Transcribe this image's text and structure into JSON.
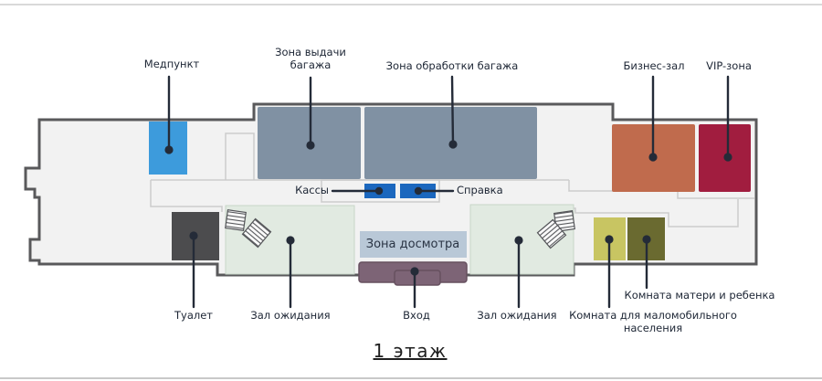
{
  "frame": {
    "title": "1 этаж"
  },
  "colors": {
    "outline": "#59595b",
    "floor": "#f2f2f2",
    "wall": "#cccccc",
    "leader": "#242b38",
    "label_text": "#1c2534",
    "green_border": "#c8d5c8",
    "entrance_border": "#66505f",
    "hatch_stroke": "#55565a"
  },
  "rooms": {
    "medpunkt": {
      "label": "Медпункт",
      "color": "#3d9bdc"
    },
    "baggage_claim": {
      "label": "Зона выдачи багажа",
      "color": "#8091a3"
    },
    "baggage_processing": {
      "label": "Зона обработки багажа",
      "color": "#8091a3"
    },
    "business_lounge": {
      "label": "Бизнес-зал",
      "color": "#c06b4d"
    },
    "vip_zone": {
      "label": "VIP-зона",
      "color": "#a11d3f"
    },
    "ticket_office": {
      "label": "Кассы",
      "color": "#1b67be"
    },
    "information": {
      "label": "Справка",
      "color": "#1b67be"
    },
    "toilet": {
      "label": "Туалет",
      "color": "#4c4c4e"
    },
    "waiting_hall_left": {
      "label": "Зал ожидания",
      "color": "#e1eae1"
    },
    "waiting_hall_right": {
      "label": "Зал ожидания",
      "color": "#e1eae1"
    },
    "security_zone": {
      "label": "Зона досмотра",
      "color": "#b9c8d7"
    },
    "entrance": {
      "label": "Вход",
      "color": "#7d6476"
    },
    "mother_child_room": {
      "label": "Комната матери и ребенка",
      "color": "#6a6a30"
    },
    "reduced_mobility_room": {
      "label": "Комната для маломобильного населения",
      "color": "#c8c562"
    }
  }
}
